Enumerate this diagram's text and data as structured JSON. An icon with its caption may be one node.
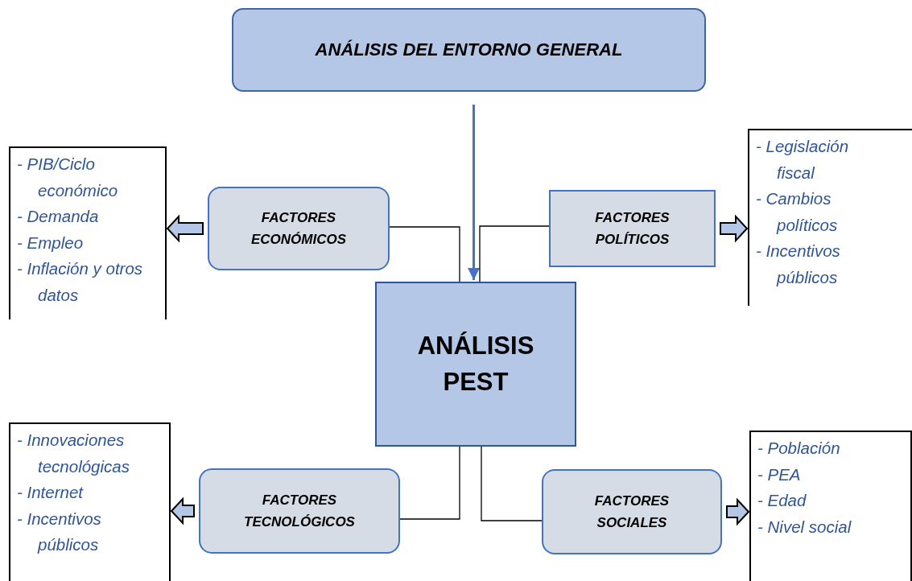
{
  "diagram": {
    "nodes": [
      {
        "text": [
          "ANÁLISIS DEL ENTORNO GENERAL"
        ]
      },
      {
        "text": [
          "FACTORES ECONÓMICOS"
        ]
      },
      {
        "text": [
          "FACTORES POLÍTICOS"
        ]
      },
      {
        "text": [
          "ANÁLISIS PEST"
        ]
      },
      {
        "text": [
          "FACTORES TECNOLÓGICOS"
        ]
      },
      {
        "text": [
          "FACTORES SOCIALES"
        ]
      },
      {
        "text": [
          "- PIB/Ciclo económico",
          "- Demanda",
          "- Empleo",
          "- Inflación y otros datos"
        ]
      },
      {
        "text": [
          "- Legislación fiscal",
          "- Cambios políticos",
          "- Incentivos públicos"
        ]
      },
      {
        "text": [
          "- Innovaciones tecnológicas",
          "- Internet",
          "- Incentivos públicos"
        ]
      },
      {
        "text": [
          "- Población",
          "- PEA",
          "- Edad",
          "- Nivel social"
        ]
      }
    ],
    "edges": [
      {
        "from": 0,
        "to": 3,
        "arrow": "to",
        "style": "thick",
        "color": "#4472c4"
      },
      {
        "from": 1,
        "to": 3,
        "arrow": "none"
      },
      {
        "from": 2,
        "to": 3,
        "arrow": "none"
      },
      {
        "from": 4,
        "to": 3,
        "arrow": "none"
      },
      {
        "from": 5,
        "to": 3,
        "arrow": "none"
      },
      {
        "from": 1,
        "to": 6,
        "arrow": "to",
        "style": "thick"
      },
      {
        "from": 2,
        "to": 7,
        "arrow": "to",
        "style": "thick"
      },
      {
        "from": 4,
        "to": 8,
        "arrow": "to",
        "style": "thick"
      },
      {
        "from": 5,
        "to": 9,
        "arrow": "to",
        "style": "thick"
      }
    ]
  }
}
